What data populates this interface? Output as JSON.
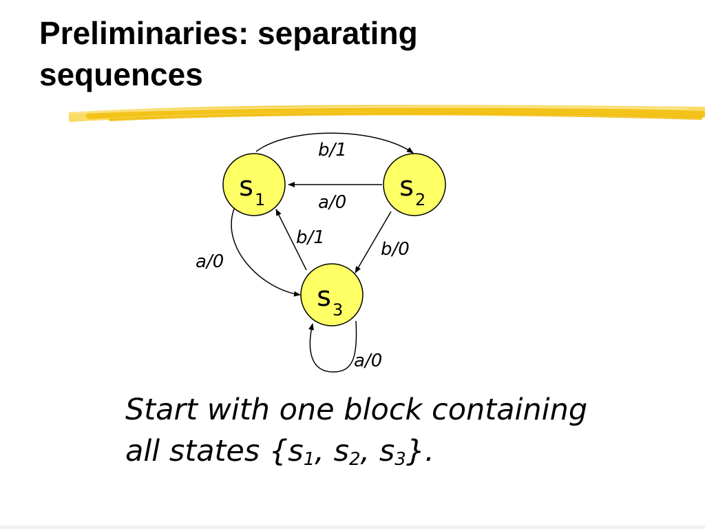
{
  "slide": {
    "title_line1": "Preliminaries: separating",
    "title_line2": "sequences",
    "accent_color": "#f3c31a"
  },
  "diagram": {
    "node_fill": "#ffff66",
    "states": [
      {
        "name": "s",
        "sub": "1"
      },
      {
        "name": "s",
        "sub": "2"
      },
      {
        "name": "s",
        "sub": "3"
      }
    ],
    "transitions": [
      {
        "from": "s1",
        "to": "s2",
        "label": "b/1"
      },
      {
        "from": "s2",
        "to": "s1",
        "label": "a/0"
      },
      {
        "from": "s3",
        "to": "s1",
        "label": "b/1"
      },
      {
        "from": "s2",
        "to": "s3",
        "label": "b/0"
      },
      {
        "from": "s1",
        "to": "s3",
        "label": "a/0"
      },
      {
        "from": "s3",
        "to": "s3",
        "label": "a/0"
      }
    ]
  },
  "caption": {
    "line1": "Start with one block containing",
    "line2_prefix": "all states {",
    "s": "s",
    "sub1": "1",
    "sub2": "2",
    "sub3": "3",
    "sep": ", ",
    "end": "}."
  }
}
